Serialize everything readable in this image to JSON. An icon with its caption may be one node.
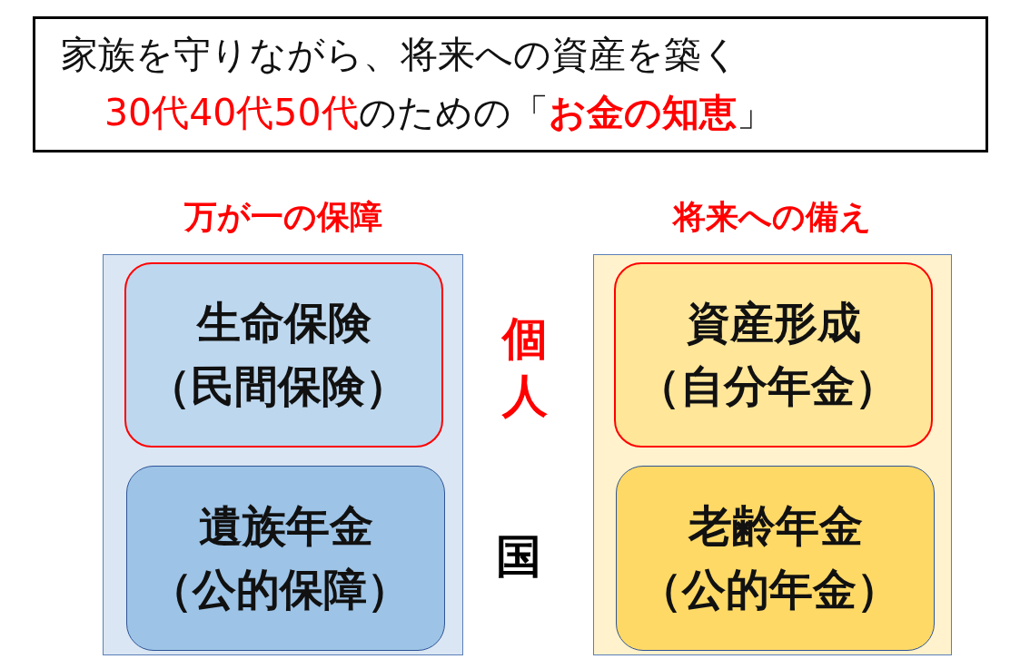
{
  "diagram": {
    "nodes": [
      {
        "text": [
          "家族を守りながら、将来への資産を築く",
          "30代40代50代",
          "のための「**お金の知恵**」"
        ]
      },
      {
        "text": [
          "万が一の保障"
        ]
      },
      {
        "text": [
          "生命保険",
          "（民間保険）"
        ],
        "in": 1
      },
      {
        "text": [
          "遺族年金",
          "（公的保障）"
        ],
        "in": 1
      },
      {
        "text": [
          "将来への備え"
        ]
      },
      {
        "text": [
          "資産形成",
          "（自分年金）"
        ],
        "in": 4
      },
      {
        "text": [
          "老齢年金",
          "（公的年金）"
        ],
        "in": 4
      }
    ],
    "labels": [
      "個人",
      "国"
    ]
  }
}
